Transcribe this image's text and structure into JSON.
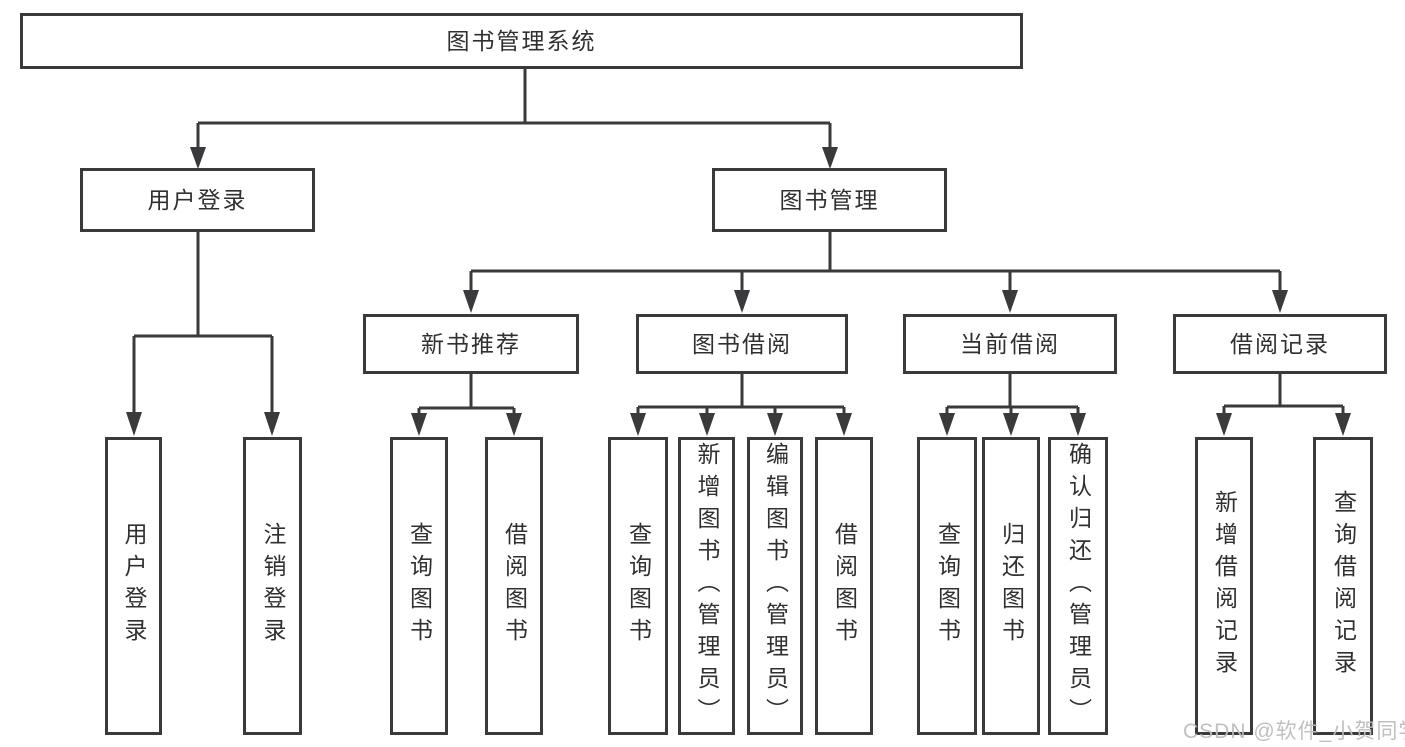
{
  "diagram": {
    "root": {
      "label": "图书管理系统"
    },
    "level2": {
      "user_login": "用户登录",
      "book_management": "图书管理"
    },
    "level3": {
      "new_book_recommend": "新书推荐",
      "book_borrowing": "图书借阅",
      "current_borrowing": "当前借阅",
      "borrowing_records": "借阅记录"
    },
    "leaves": {
      "user_login": "用户登录",
      "logout": "注销登录",
      "query_book_recommend": "查询图书",
      "borrow_book_recommend": "借阅图书",
      "query_book_borrowing": "查询图书",
      "add_book_admin": "新增图书（管理员）",
      "edit_book_admin": "编辑图书（管理员）",
      "borrow_book_borrowing": "借阅图书",
      "query_book_current": "查询图书",
      "return_book": "归还图书",
      "confirm_return_admin": "确认归还（管理员）",
      "add_borrow_record": "新增借阅记录",
      "query_borrow_record": "查询借阅记录"
    },
    "watermark": "CSDN @软件_小贺同学",
    "colors": {
      "line": "#3a3a3c",
      "text": "#303032",
      "watermark": "#bdbdbd"
    }
  }
}
